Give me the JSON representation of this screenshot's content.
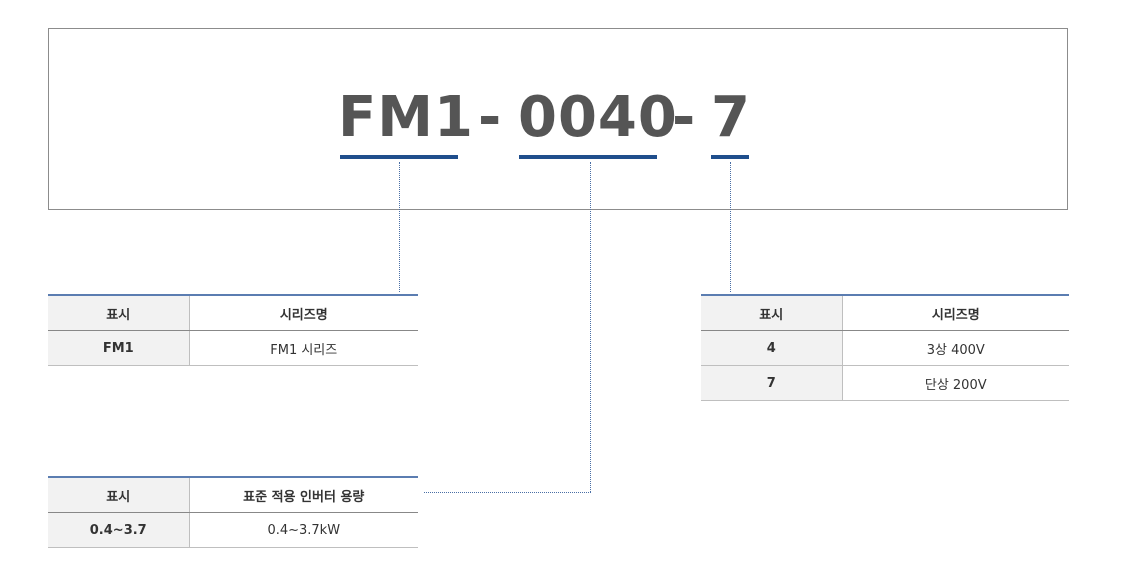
{
  "model_code": {
    "series": "FM1",
    "sep1": "-",
    "capacity": "0040",
    "sep2": "-",
    "voltage": "7"
  },
  "colors": {
    "accent": "#1f4e8c",
    "code_text": "#555555",
    "connector": "#4a6fa5"
  },
  "series_table": {
    "headers": [
      "표시",
      "시리즈명"
    ],
    "rows": [
      [
        "FM1",
        "FM1 시리즈"
      ]
    ]
  },
  "capacity_table": {
    "headers": [
      "표시",
      "표준 적용 인버터 용량"
    ],
    "rows": [
      [
        "0.4~3.7",
        "0.4~3.7kW"
      ]
    ]
  },
  "voltage_table": {
    "headers": [
      "표시",
      "시리즈명"
    ],
    "rows": [
      [
        "4",
        "3상 400V"
      ],
      [
        "7",
        "단상 200V"
      ]
    ]
  }
}
